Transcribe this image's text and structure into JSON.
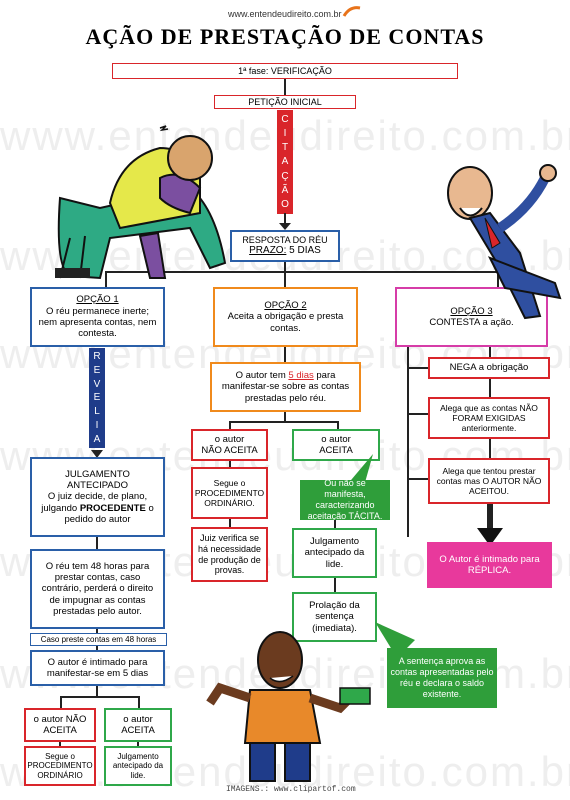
{
  "watermark": "www.entendeudireito.com.br",
  "site_logo": "www.entendeudireito.com.br",
  "title": "AÇÃO DE PRESTAÇÃO DE CONTAS",
  "phase": "1ª fase: VERIFICAÇÃO",
  "peticao": "PETIÇÃO INICIAL",
  "citacao": [
    "C",
    "I",
    "T",
    "A",
    "Ç",
    "Ã",
    "O"
  ],
  "resposta": {
    "line1": "RESPOSTA DO RÉU",
    "prefix": "PRAZO:",
    "value": "5 DIAS"
  },
  "opcao1": {
    "title": "OPÇÃO 1",
    "text": "O réu permanece inerte; nem apresenta contas, nem contesta.",
    "revelia": [
      "R",
      "E",
      "V",
      "E",
      "L",
      "I",
      "A"
    ],
    "julg_title": "JULGAMENTO ANTECIPADO",
    "julg_text_a": "O juiz decide, de plano, julgando",
    "julg_text_b": "PROCEDENTE",
    "julg_text_c": "o pedido do autor",
    "prazo48": "O réu tem 48 horas para prestar contas, caso contrário, perderá o direito de impugnar as contas prestadas pelo autor.",
    "caso": "Caso preste contas em 48 horas",
    "intimado": "O autor é intimado para manifestar-se em 5 dias",
    "nao_aceita": "o autor NÃO ACEITA",
    "aceita": "o autor ACEITA",
    "segue": "Segue o PROCEDIMENTO ORDINÁRIO",
    "julgamento": "Julgamento antecipado da lide."
  },
  "opcao2": {
    "title": "OPÇÃO 2",
    "text": "Aceita a obrigação e presta contas.",
    "autor_a": "O autor tem",
    "autor_days": "5 dias",
    "autor_b": "para manifestar-se sobre as contas prestadas pelo réu.",
    "nao_aceita_1": "o autor",
    "nao_aceita_2": "NÃO ACEITA",
    "aceita_1": "o autor",
    "aceita_2": "ACEITA",
    "segue": "Segue o PROCEDIMENTO ORDINÁRIO.",
    "juiz": "Juiz verifica se há necessidade de produção de provas.",
    "callout_tacita": "Ou não se manifesta, caracterizando aceitação TÁCITA.",
    "julgamento": "Julgamento antecipado da lide.",
    "prolacao": "Prolação da sentença (imediata).",
    "callout_sentenca": "A sentença aprova as contas apresentadas pelo réu e declara o saldo existente."
  },
  "opcao3": {
    "title": "OPÇÃO 3",
    "text": "CONTESTA a ação.",
    "nega": "NEGA a obrigação",
    "alega1": "Alega que as contas NÃO FORAM EXIGIDAS anteriormente.",
    "alega2": "Alega que tentou prestar contas mas O AUTOR NÃO ACEITOU.",
    "replica": "O Autor é intimado para RÉPLICA."
  },
  "credits": "IMAGENS.: www.clipartof.com",
  "colors": {
    "red": "#d9252a",
    "blue": "#2a5fa8",
    "orange": "#f08a1c",
    "green": "#2fa84a",
    "magenta": "#d63ca8",
    "dark_blue": "#1f3c8a"
  }
}
